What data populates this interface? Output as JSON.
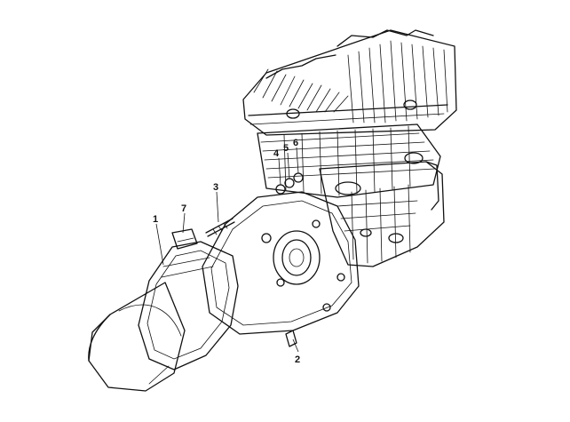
{
  "diagram": {
    "callouts": [
      {
        "id": "1",
        "label": "1"
      },
      {
        "id": "2",
        "label": "2"
      },
      {
        "id": "3",
        "label": "3"
      },
      {
        "id": "4",
        "label": "4"
      },
      {
        "id": "5",
        "label": "5"
      },
      {
        "id": "6",
        "label": "6"
      },
      {
        "id": "7",
        "label": "7"
      }
    ],
    "colors": {
      "ink": "#111111",
      "paper": "#ffffff"
    }
  }
}
